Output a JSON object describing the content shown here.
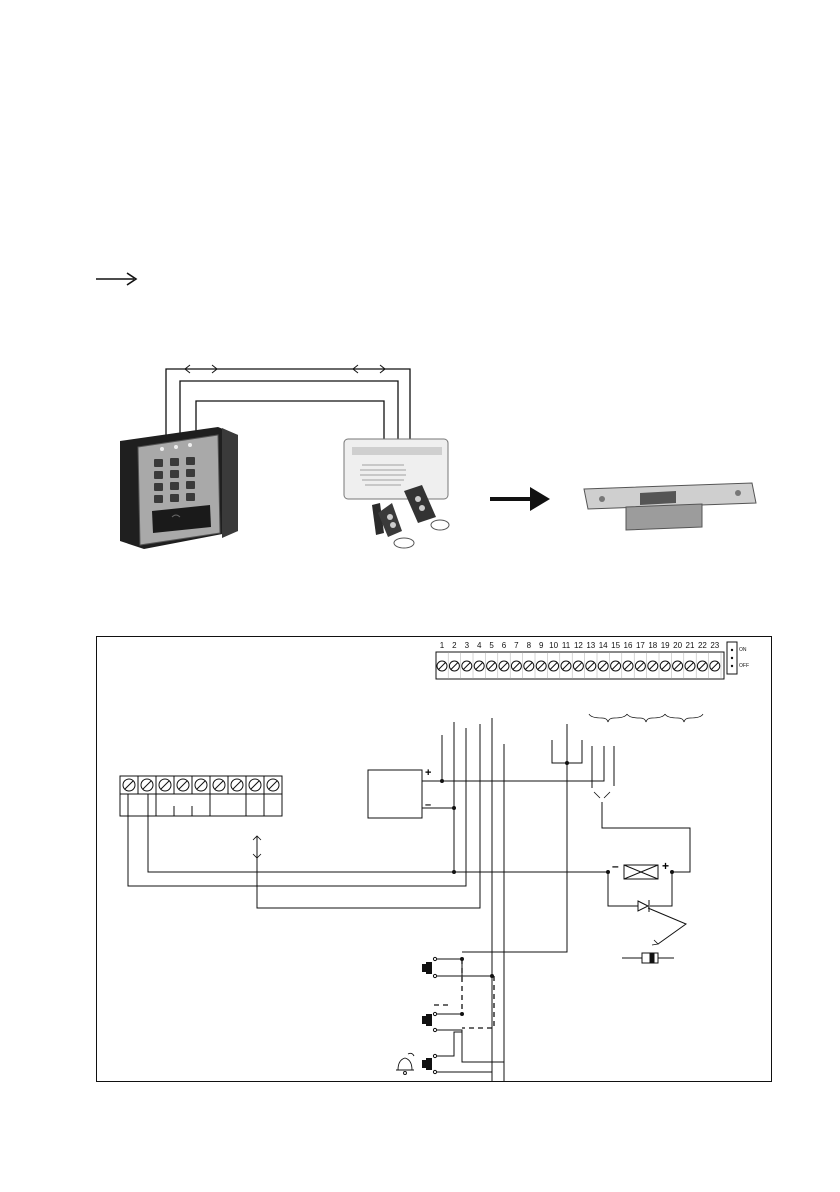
{
  "terminal_labels": [
    "1",
    "2",
    "3",
    "4",
    "5",
    "6",
    "7",
    "8",
    "9",
    "10",
    "11",
    "12",
    "13",
    "14",
    "15",
    "16",
    "17",
    "18",
    "19",
    "20",
    "21",
    "22",
    "23"
  ],
  "jumper_labels": [
    "ON",
    "OFF"
  ],
  "polarity": {
    "plus": "+",
    "minus": "–"
  },
  "colors": {
    "line": "#111111",
    "panel_dark": "#2a2a2a",
    "keypad_face": "#a8a8a8",
    "receiver_body": "#eeeeee",
    "lock_metal": "#c4c4c4"
  }
}
